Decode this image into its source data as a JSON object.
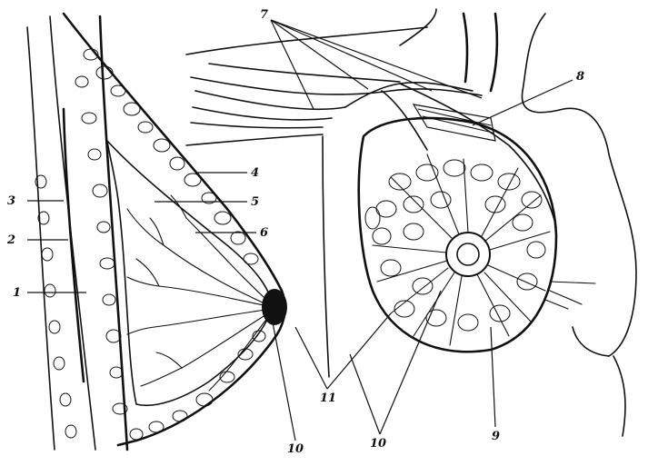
{
  "labels": {
    "l1": "1",
    "l2": "2",
    "l3": "3",
    "l4": "4",
    "l5": "5",
    "l6": "6",
    "l7": "7",
    "l8": "8",
    "l9": "9",
    "l10a": "10",
    "l10b": "10",
    "l11": "11"
  }
}
